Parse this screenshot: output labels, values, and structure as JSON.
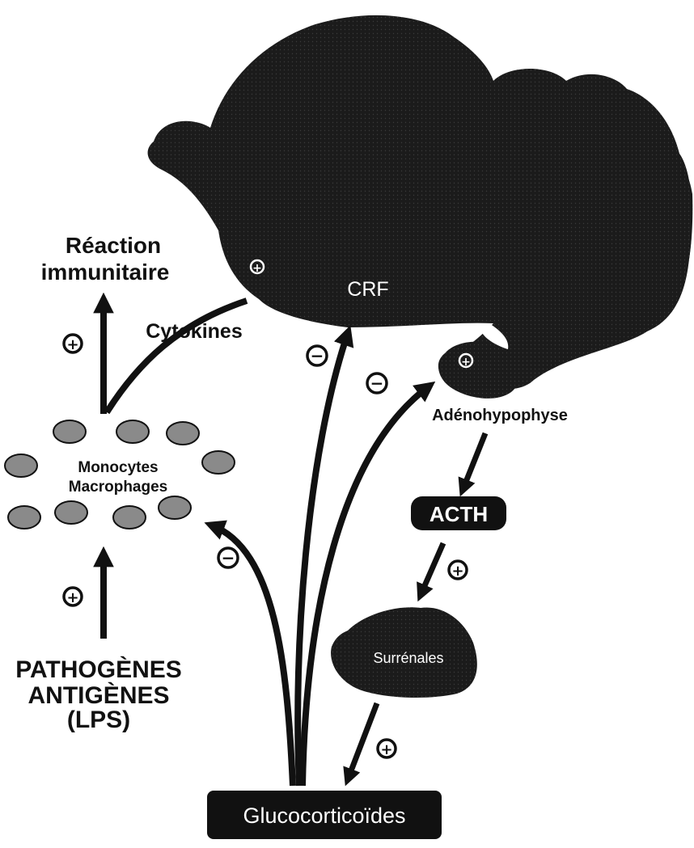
{
  "labels": {
    "reaction_immunitaire_line1": "Réaction",
    "reaction_immunitaire_line2": "immunitaire",
    "cytokines": "Cytokines",
    "crf": "CRF",
    "adenohypophyse": "Adénohypophyse",
    "monocytes": "Monocytes",
    "macrophages": "Macrophages",
    "acth": "ACTH",
    "surrenales": "Surrénales",
    "pathogenes": "PATHOGÈNES",
    "antigenes": "ANTIGÈNES",
    "lps": "(LPS)",
    "glucocorticoides": "Glucocorticoïdes"
  },
  "signs": {
    "plus": "+",
    "minus": "−"
  },
  "colors": {
    "brain_fill": "#1b1b1b",
    "cell_fill": "#8f8f8f",
    "box_fill": "#111111",
    "arrow": "#111111"
  }
}
